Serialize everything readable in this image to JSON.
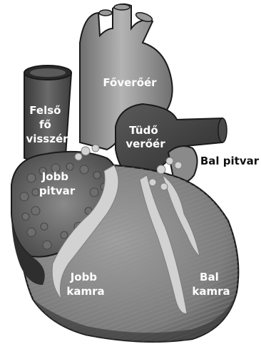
{
  "labels": {
    "aorta": "Főverőér",
    "superior_vena_cava": [
      "Felső",
      "fő",
      "visszér"
    ],
    "pulmonary_artery": [
      "Tüdő",
      "verőér"
    ],
    "left_atrium": "Bal pitvar",
    "right_atrium": [
      "Jobb",
      "pitvar"
    ],
    "right_ventricle": [
      "Jobb",
      "kamra"
    ],
    "left_ventricle": [
      "Bal",
      "kamra"
    ]
  },
  "colors": {
    "outline": "#1a1a1a",
    "muscle_light": "#9a9a9a",
    "muscle_mid": "#7a7a7a",
    "muscle_dark": "#4a4a4a",
    "vessel_light": "#a8a8a8",
    "vessel_dark": "#3a3a3a",
    "fat": "#cfcfcf",
    "label_on_heart": "#ffffff",
    "label_outside": "#111111"
  }
}
